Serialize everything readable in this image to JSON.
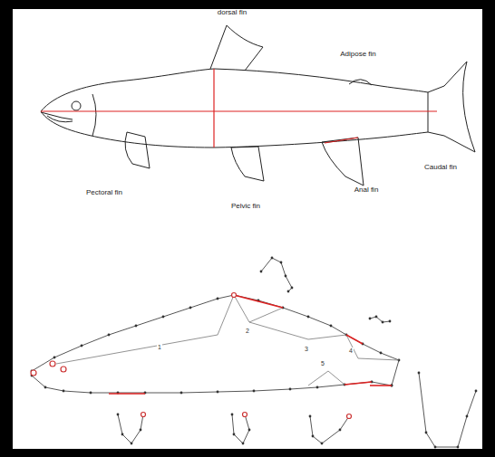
{
  "diagram": {
    "labels": [
      "dorsal fin",
      "Adipose fin",
      "Caudal fin",
      "Pectoral fin",
      "Pelvic fin",
      "Anal fin",
      "1",
      "2",
      "3",
      "4",
      "5"
    ]
  }
}
